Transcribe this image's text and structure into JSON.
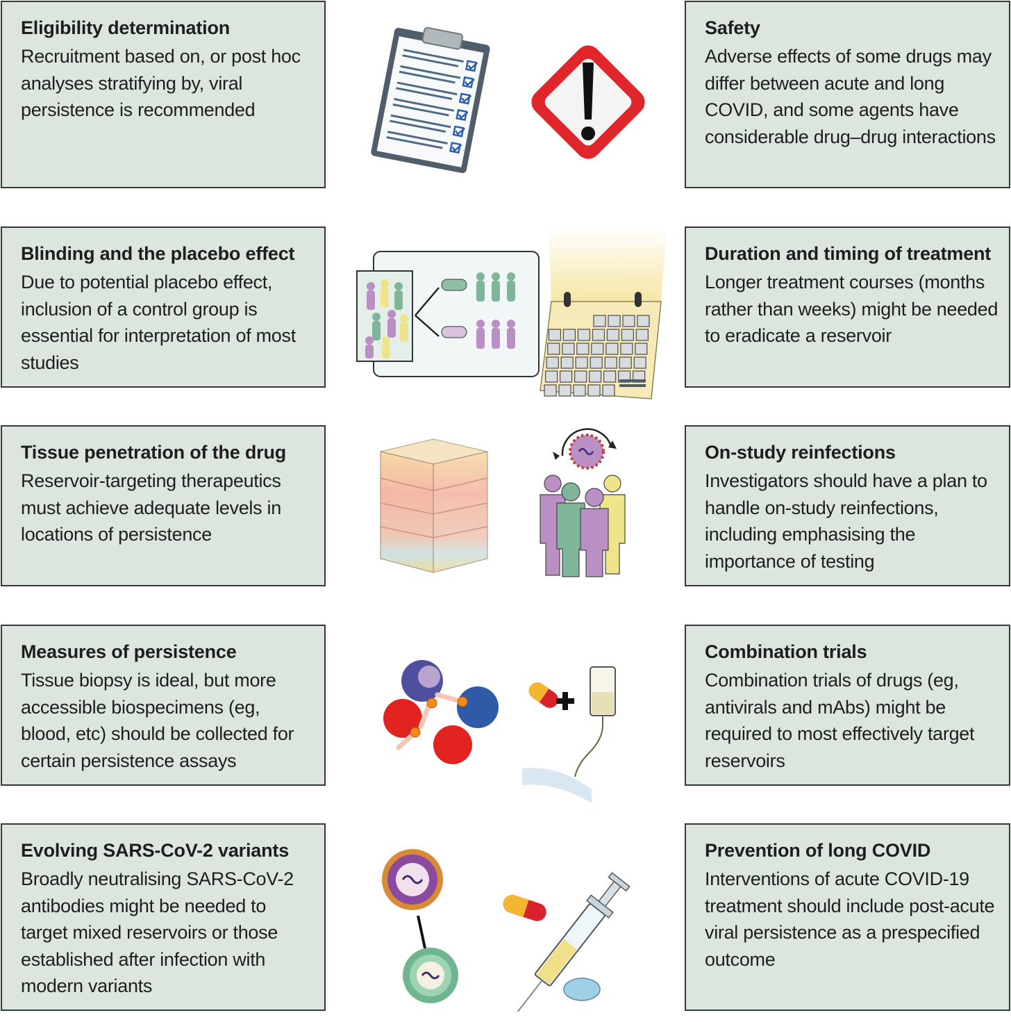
{
  "panels": [
    {
      "title": "Eligibility determination",
      "body": "Recruitment based on, or post hoc analyses stratifying by, viral persistence is recommended"
    },
    {
      "title": "Safety",
      "body": "Adverse effects of some drugs may differ between acute and long COVID, and some agents have considerable drug–drug interactions"
    },
    {
      "title": "Blinding and the placebo effect",
      "body": "Due to potential placebo effect, inclusion of a control group is essential for interpretation of most studies"
    },
    {
      "title": "Duration and timing of treatment",
      "body": "Longer treatment courses (months rather than weeks) might be needed to eradicate a reservoir"
    },
    {
      "title": "Tissue penetration of the drug",
      "body": "Reservoir-targeting therapeutics must achieve adequate levels in locations of persistence"
    },
    {
      "title": "On-study reinfections",
      "body": "Investigators should have a plan to handle on-study reinfections, including emphasising the importance of testing"
    },
    {
      "title": "Measures of persistence",
      "body": "Tissue biopsy is ideal, but more accessible biospecimens (eg, blood, etc) should be collected for certain persistence assays"
    },
    {
      "title": "Combination trials",
      "body": "Combination trials of drugs (eg, antivirals and mAbs) might be required to most effectively target reservoirs"
    },
    {
      "title": "Evolving SARS-CoV-2 variants",
      "body": "Broadly neutralising SARS-CoV-2 antibodies might be needed to target mixed reservoirs or those established after infection with modern variants"
    },
    {
      "title": "Prevention of long COVID",
      "body": "Interventions of acute COVID-19 treatment should include post-acute viral persistence as a prespecified outcome"
    }
  ],
  "colors": {
    "panel_bg": "#dce6df",
    "panel_border": "#333a36",
    "warning_red": "#e0262b",
    "person_green": "#7fb59a",
    "person_purple": "#b98fc4",
    "person_yellow": "#eee48a",
    "capsule_red": "#d9232c",
    "capsule_yellow": "#f2b632"
  },
  "icons": [
    "clipboard-checklist-icon",
    "warning-sign-icon",
    "randomisation-chart-icon",
    "calendar-icon",
    "tissue-block-icon",
    "reinfection-people-icon",
    "blood-cells-antibody-icon",
    "capsule-plus-iv-bag-icon",
    "virus-variants-icon",
    "capsule-syringe-tablet-icon"
  ]
}
